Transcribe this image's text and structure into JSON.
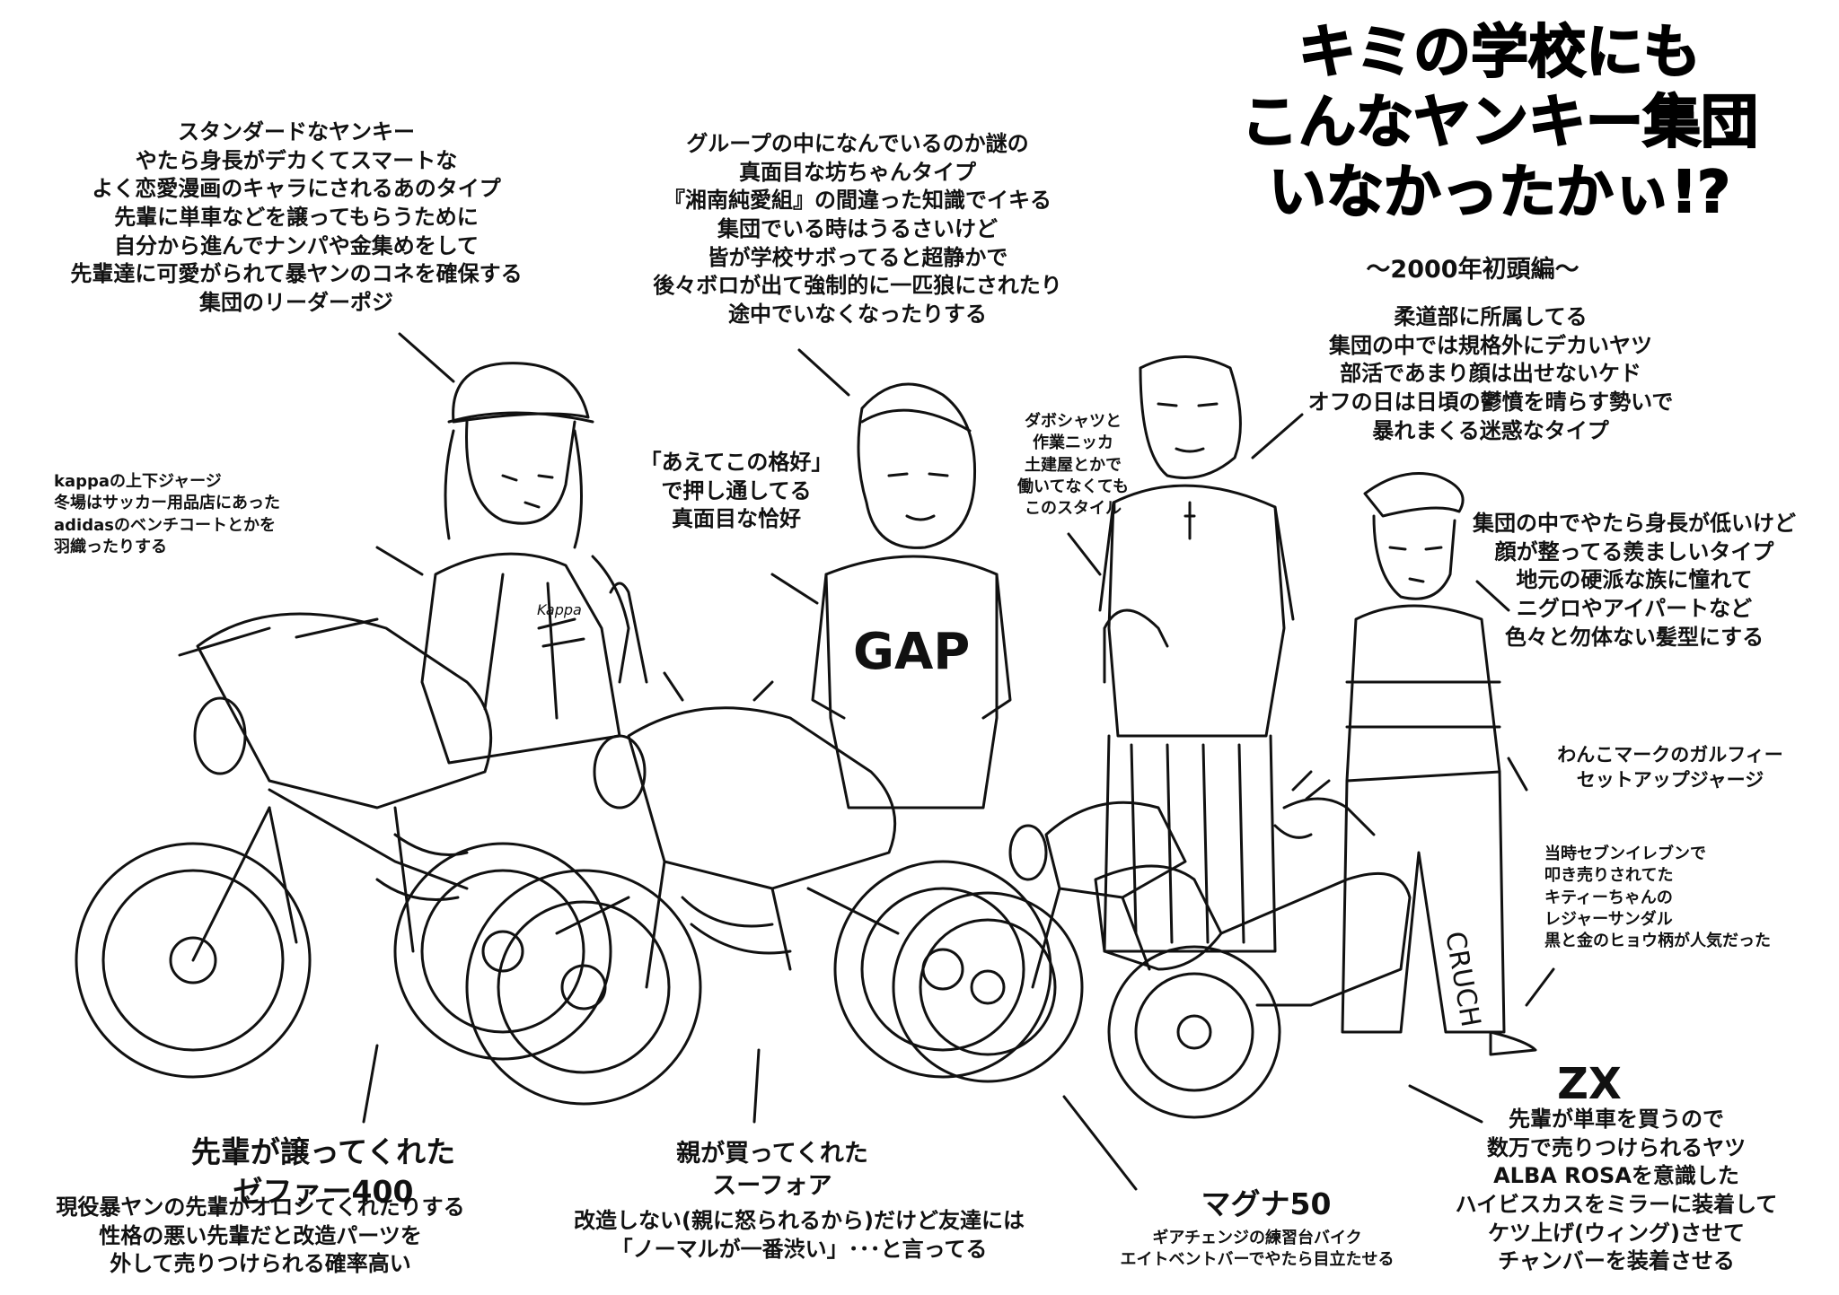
{
  "title": "キミの学校にも\nこんなヤンキー集団\nいなかったかぃ!?",
  "subtitle": "～2000年初頭編～",
  "captions": {
    "leader": "スタンダードなヤンキー\nやたら身長がデカくてスマートな\nよく恋愛漫画のキャラにされるあのタイプ\n先輩に単車などを譲ってもらうために\n自分から進んでナンパや金集めをして\n先輩達に可愛がられて暴ヤンのコネを確保する\n集団のリーダーポジ",
    "leader_outfit": "kappaの上下ジャージ\n冬場はサッカー用品店にあった\nadidasのベンチコートとかを\n羽織ったりする",
    "serious": "グループの中になんでいるのか謎の\n真面目な坊ちゃんタイプ\n『湘南純愛組』の間違った知識でイキる\n集団でいる時はうるさいけど\n皆が学校サボってると超静かで\n後々ボロが出て強制的に一匹狼にされたり\n途中でいなくなったりする",
    "serious_outfit": "「あえてこの格好」\nで押し通してる\n真面目な恰好",
    "judo": "柔道部に所属してる\n集団の中では規格外にデカいヤツ\n部活であまり顔は出せないケド\nオフの日は日頃の鬱憤を晴らす勢いで\n暴れまくる迷惑なタイプ",
    "judo_outfit": "ダボシャツと\n作業ニッカ\n土建屋とかで\n働いてなくても\nこのスタイル",
    "short": "集団の中でやたら身長が低いけど\n顔が整ってる羨ましいタイプ\n地元の硬派な族に憧れて\nニグロやアイパートなど\n色々と勿体ない髪型にする",
    "short_outfit": "わんこマークのガルフィー\nセットアップジャージ",
    "sandals": "当時セブンイレブンで\n叩き売りされてた\nキティーちゃんの\nレジャーサンダル\n黒と金のヒョウ柄が人気だった"
  },
  "bikes": {
    "zephyr_head": "先輩が譲ってくれた\nゼファー400",
    "zephyr_body": "現役暴ヤンの先輩がオロシてくれたりする\n性格の悪い先輩だと改造パーツを\n外して売りつけられる確率高い",
    "sf_head": "親が買ってくれた\nスーフォア",
    "sf_body": "改造しない(親に怒られるから)だけど友達には\n「ノーマルが一番渋い」･･･と言ってる",
    "magna_head": "マグナ50",
    "magna_body": "ギアチェンジの練習台バイク\nエイトベントバーでやたら目立たせる",
    "zx_head": "ZX",
    "zx_body": "先輩が単車を買うので\n数万で売りつけられるヤツ\nALBA ROSAを意識した\nハイビスカスをミラーに装着して\nケツ上げ(ウィング)させて\nチャンバーを装着させる"
  },
  "drawn_text": {
    "hoodie_logo": "GAP",
    "jersey_text": "CRUCH"
  }
}
